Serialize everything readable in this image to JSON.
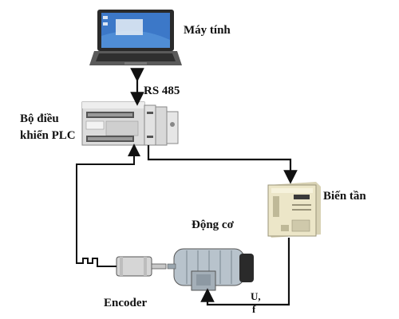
{
  "nodes": {
    "computer": {
      "label": "Máy tính"
    },
    "plc": {
      "label_line1": "Bộ điều",
      "label_line2": "khiển PLC"
    },
    "inverter": {
      "label": "Biến tần"
    },
    "motor": {
      "label": "Động cơ"
    },
    "encoder": {
      "label": "Encoder"
    }
  },
  "edges": {
    "computer_plc": {
      "label": "RS 485"
    },
    "inverter_motor": {
      "label": "U,",
      "label2": "f"
    }
  },
  "colors": {
    "line": "#111111",
    "plc_body": "#dcdcdc",
    "inverter_body": "#ece6c8",
    "motor_body": "#b8c3cc",
    "screen": "#3c78c8"
  }
}
